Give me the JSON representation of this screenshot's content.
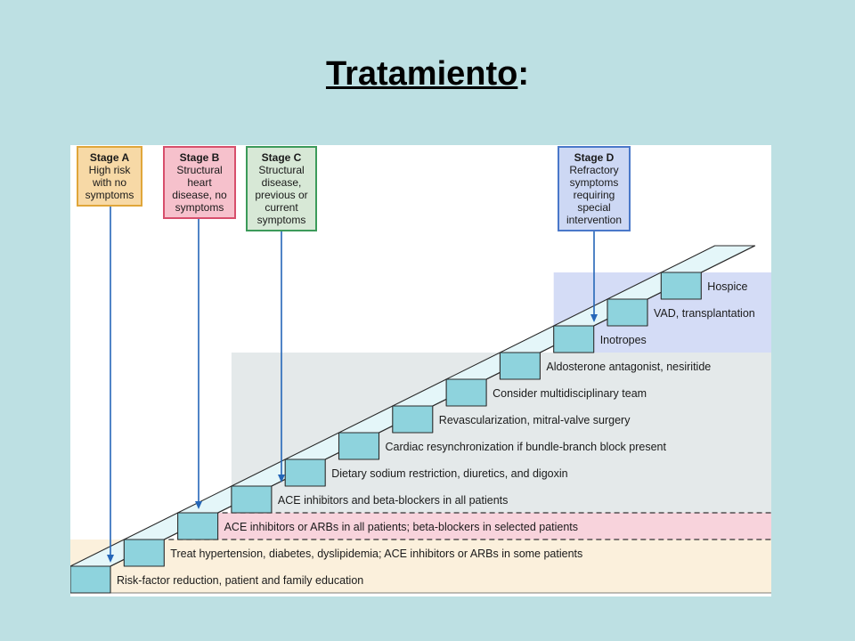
{
  "slide": {
    "title_main": "Tratamiento",
    "title_suffix": ":"
  },
  "colors": {
    "page_bg": "#bde0e3",
    "zone_a": "#fbf0dc",
    "zone_b": "#f8d3dc",
    "zone_c": "#e4e9ea",
    "zone_d": "#d4dcf6",
    "stair_top": "#e4f6f9",
    "stair_riser": "#8ed3dd",
    "stage_a_fill": "#f7d9a6",
    "stage_a_border": "#e0a63a",
    "stage_b_fill": "#f6c1cc",
    "stage_b_border": "#d74f6c",
    "stage_c_fill": "#d7e8d6",
    "stage_c_border": "#3c9a5a",
    "stage_d_fill": "#cdd8f4",
    "stage_d_border": "#4a78c9",
    "arrow": "#2466b8"
  },
  "stages": [
    {
      "id": "a",
      "title": "Stage A",
      "lines": [
        "High risk",
        "with no",
        "symptoms"
      ]
    },
    {
      "id": "b",
      "title": "Stage B",
      "lines": [
        "Structural",
        "heart",
        "disease, no",
        "symptoms"
      ]
    },
    {
      "id": "c",
      "title": "Stage C",
      "lines": [
        "Structural",
        "disease,",
        "previous or",
        "current",
        "symptoms"
      ]
    },
    {
      "id": "d",
      "title": "Stage D",
      "lines": [
        "Refractory",
        "symptoms",
        "requiring",
        "special",
        "intervention"
      ]
    }
  ],
  "steps": [
    "Risk-factor reduction, patient and family education",
    "Treat hypertension, diabetes, dyslipidemia; ACE inhibitors or ARBs in some patients",
    "ACE inhibitors or ARBs in all patients; beta-blockers in selected patients",
    "ACE inhibitors and beta-blockers in all patients",
    "Dietary sodium restriction, diuretics, and digoxin",
    "Cardiac resynchronization if bundle-branch block present",
    "Revascularization, mitral-valve surgery",
    "Consider multidisciplinary team",
    "Aldosterone antagonist, nesiritide",
    "Inotropes",
    "VAD, transplantation",
    "Hospice"
  ]
}
